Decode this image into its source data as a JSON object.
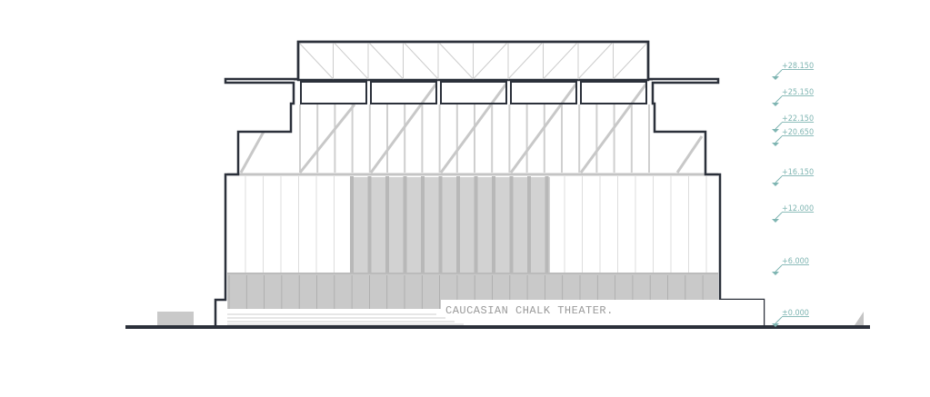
{
  "drawing": {
    "sign_text": "CAUCASIAN CHALK THEATER.",
    "levels": [
      {
        "label": "+28.150",
        "value": 28.15
      },
      {
        "label": "+25.150",
        "value": 25.15
      },
      {
        "label": "+22.150",
        "value": 22.15
      },
      {
        "label": "+20.650",
        "value": 20.65
      },
      {
        "label": "+16.150",
        "value": 16.15
      },
      {
        "label": "+12.000",
        "value": 12.0
      },
      {
        "label": "+6.000",
        "value": 6.0
      },
      {
        "label": "±0.000",
        "value": 0.0
      }
    ],
    "colors": {
      "outline": "#2b303a",
      "level": "#7fb5b2",
      "structure": "#c4c4c4"
    }
  }
}
